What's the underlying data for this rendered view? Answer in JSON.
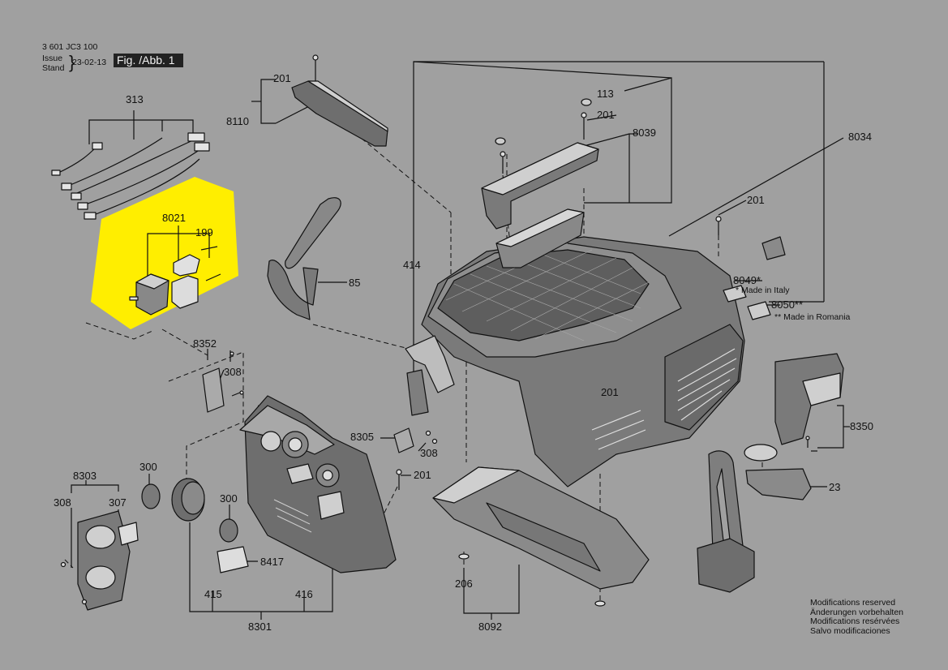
{
  "header": {
    "part_number": "3 601 JC3 100",
    "issue_label": "Issue Stand",
    "date": "23-02-13",
    "figure": "Fig. /Abb. 1"
  },
  "labels": {
    "l201a": "201",
    "l8110": "8110",
    "l313": "313",
    "l8021": "8021",
    "l199": "199",
    "l85": "85",
    "l414": "414",
    "l113": "113",
    "l201b": "201",
    "l8039": "8039",
    "l8034": "8034",
    "l201c": "201",
    "l8049": "8049*",
    "l8050": "8050**",
    "l8352": "8352",
    "l308a": "308",
    "l201d": "201",
    "l8350": "8350",
    "l8305": "8305",
    "l308b": "308",
    "l201e": "201",
    "l300a": "300",
    "l8303": "8303",
    "l308c": "308",
    "l307": "307",
    "l300b": "300",
    "l8417": "8417",
    "l23": "23",
    "l415": "415",
    "l416": "416",
    "l8301": "8301",
    "l206": "206",
    "l8092": "8092"
  },
  "notes": {
    "italy": "* Made in Italy",
    "romania": "** Made in Romania"
  },
  "modifications": [
    "Modifications reserved",
    "Änderungen vorbehalten",
    "Modifications resérvées",
    "Salvo modificaciones"
  ],
  "colors": {
    "background": "#a0a0a0",
    "highlight": "#ffee00",
    "part_fill": "#7d7d7d",
    "part_light": "#cfcfcf",
    "line": "#111111"
  }
}
